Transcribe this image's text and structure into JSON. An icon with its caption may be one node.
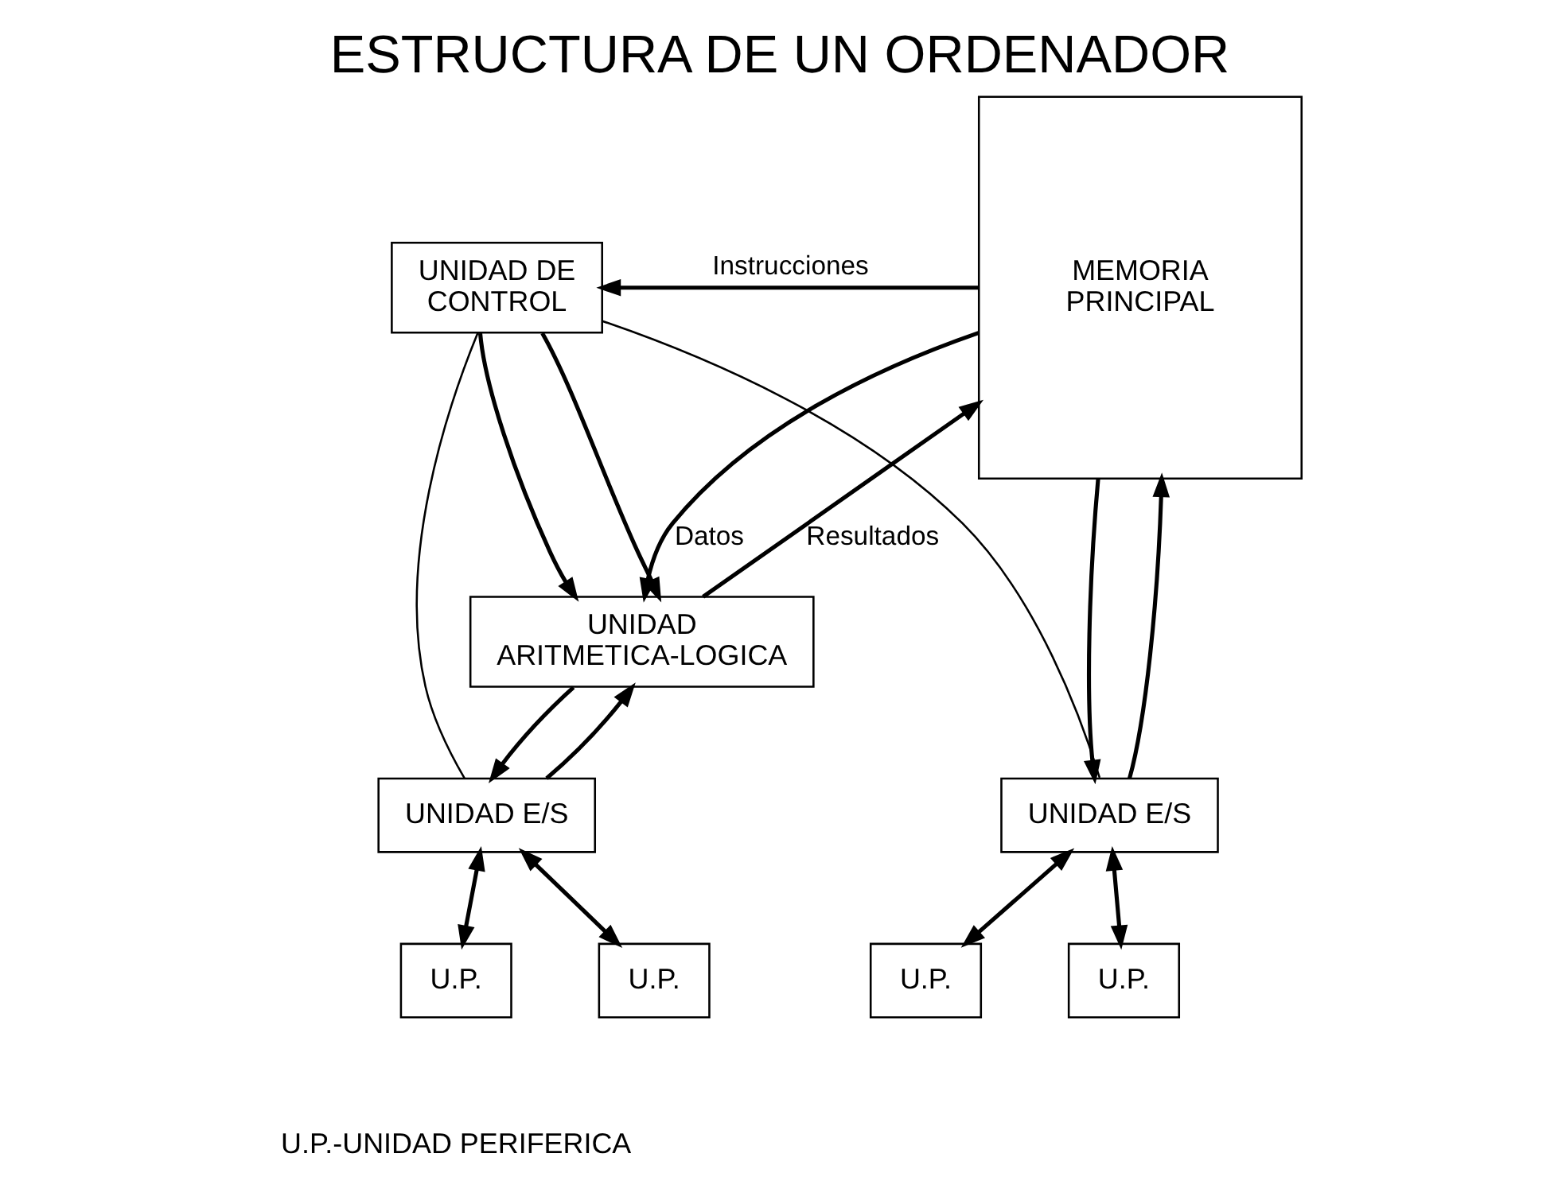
{
  "diagram": {
    "title": "ESTRUCTURA DE UN ORDENADOR",
    "nodes": [
      {
        "text": [
          "UNIDAD DE CONTROL"
        ]
      },
      {
        "text": [
          "MEMORIA PRINCIPAL"
        ]
      },
      {
        "text": [
          "UNIDAD ARITMETICA-LOGICA"
        ]
      },
      {
        "text": [
          "UNIDAD E/S"
        ]
      },
      {
        "text": [
          "UNIDAD E/S"
        ]
      },
      {
        "text": [
          "U.P."
        ]
      },
      {
        "text": [
          "U.P."
        ]
      },
      {
        "text": [
          "U.P."
        ]
      },
      {
        "text": [
          "U.P."
        ]
      }
    ],
    "edges": [
      {
        "from": 1,
        "to": 0,
        "arrow": "to",
        "label": "Instrucciones"
      },
      {
        "from": 0,
        "to": 2,
        "arrow": "to"
      },
      {
        "from": 0,
        "to": 2,
        "arrow": "to"
      },
      {
        "from": 1,
        "to": 2,
        "arrow": "to",
        "label": "Datos"
      },
      {
        "from": 2,
        "to": 1,
        "arrow": "to",
        "label": "Resultados"
      },
      {
        "from": 2,
        "to": 3,
        "arrow": "to"
      },
      {
        "from": 3,
        "to": 2,
        "arrow": "to"
      },
      {
        "from": 0,
        "to": 3,
        "arrow": "none"
      },
      {
        "from": 0,
        "to": 4,
        "arrow": "none"
      },
      {
        "from": 1,
        "to": 4,
        "arrow": "to"
      },
      {
        "from": 4,
        "to": 1,
        "arrow": "to"
      },
      {
        "from": 3,
        "to": 5,
        "arrow": "both"
      },
      {
        "from": 3,
        "to": 6,
        "arrow": "both"
      },
      {
        "from": 4,
        "to": 7,
        "arrow": "both"
      },
      {
        "from": 4,
        "to": 8,
        "arrow": "both"
      }
    ],
    "labels": [
      "U.P.-UNIDAD PERIFERICA"
    ]
  }
}
